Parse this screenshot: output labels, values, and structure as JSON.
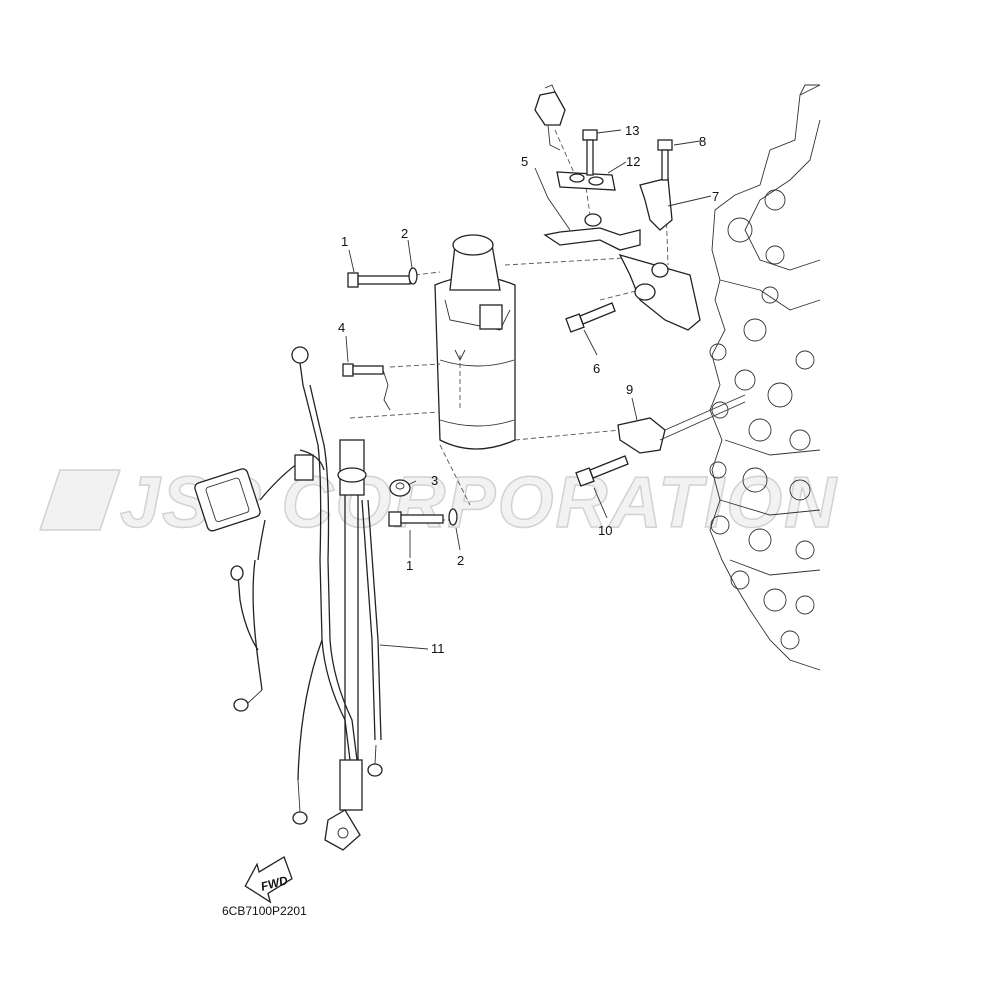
{
  "watermark": "JSP CORPORATION",
  "diagram_code": "6CB7100P2201",
  "direction_label": "FWD",
  "callouts": [
    {
      "id": "c1a",
      "label": "1"
    },
    {
      "id": "c2a",
      "label": "2"
    },
    {
      "id": "c4",
      "label": "4"
    },
    {
      "id": "c5",
      "label": "5"
    },
    {
      "id": "c13",
      "label": "13"
    },
    {
      "id": "c12",
      "label": "12"
    },
    {
      "id": "c8",
      "label": "8"
    },
    {
      "id": "c7",
      "label": "7"
    },
    {
      "id": "c6",
      "label": "6"
    },
    {
      "id": "c9",
      "label": "9"
    },
    {
      "id": "c3",
      "label": "3"
    },
    {
      "id": "c1b",
      "label": "1"
    },
    {
      "id": "c2b",
      "label": "2"
    },
    {
      "id": "c10",
      "label": "10"
    },
    {
      "id": "c11",
      "label": "11"
    }
  ],
  "colors": {
    "line": "#222222",
    "watermark": "#d2d2d2"
  }
}
